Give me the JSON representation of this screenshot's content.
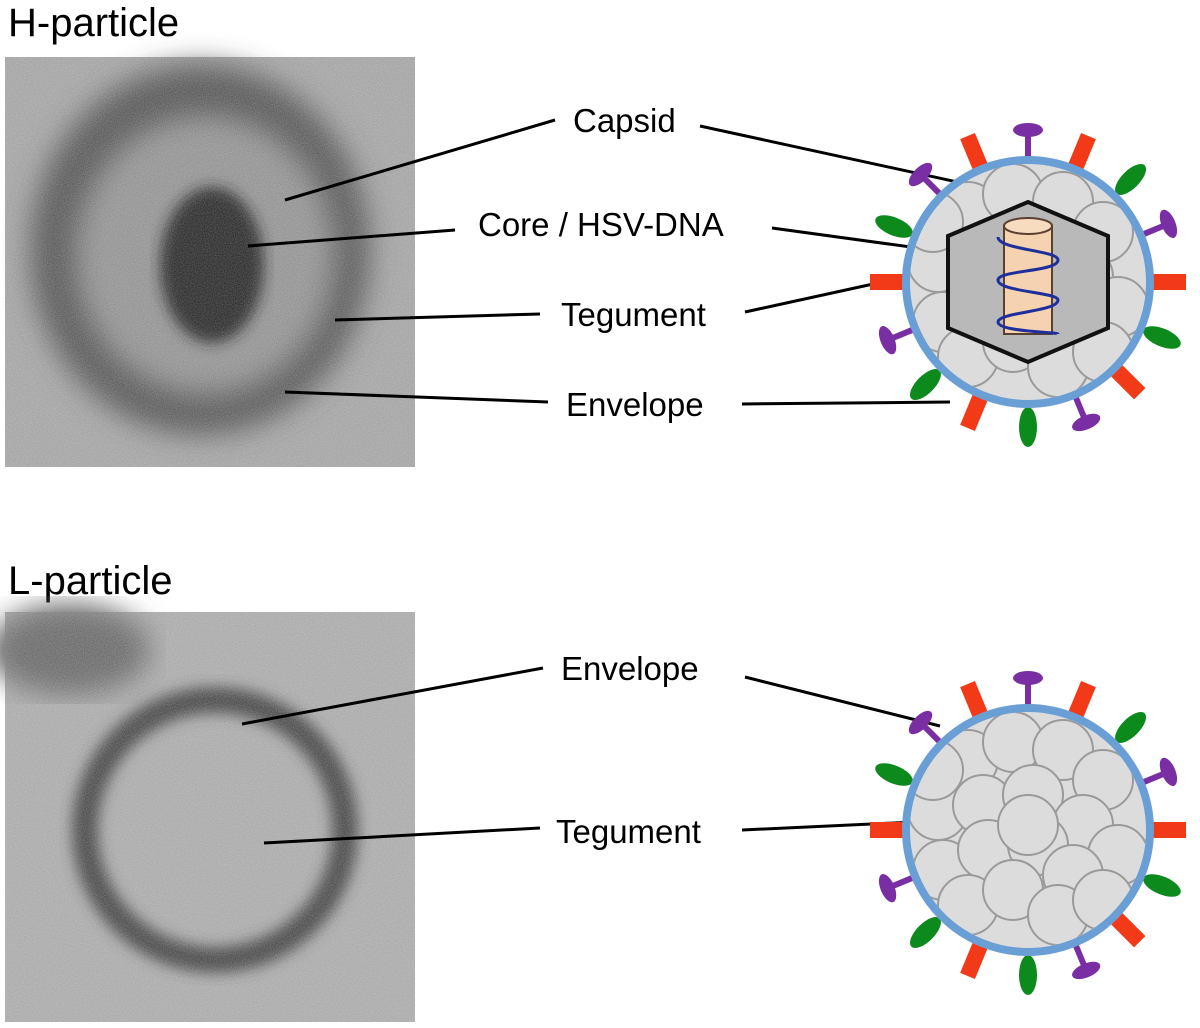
{
  "panels": [
    {
      "title": "H-particle",
      "labels": [
        "Capsid",
        "Core / HSV-DNA",
        "Tegument",
        "Envelope"
      ],
      "schematic": "virion with envelope, tegument, icosahedral capsid and DNA core"
    },
    {
      "title": "L-particle",
      "labels": [
        "Envelope",
        "Tegument"
      ],
      "schematic": "virion with envelope and tegument only"
    }
  ],
  "colors": {
    "envelope": "#6a9fd6",
    "tegument_fill": "#dcdcdc",
    "tegument_stroke": "#9a9a9a",
    "capsid": "#b9b9b9",
    "core": "#f5d2b0",
    "dna": "#1e2f9c",
    "spike_red": "#f23a18",
    "spike_green": "#0c8a1c",
    "spike_purple": "#7a2ea3"
  },
  "icons": [
    "em-micrograph-image",
    "virion-schematic"
  ]
}
